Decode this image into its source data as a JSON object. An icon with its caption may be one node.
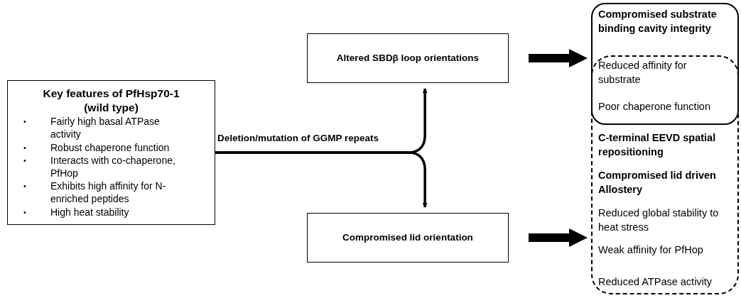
{
  "diagram": {
    "nodes": [
      {
        "text": [
          "Key features of PfHsp70-1 (wild type)",
          "Fairly high basal ATPase activity",
          "Robust chaperone function",
          "Interacts with co-chaperone, PfHop",
          "Exhibits high affinity for N-enriched peptides",
          "High heat stability"
        ]
      },
      {
        "text": [
          "Altered SBDβ loop orientations"
        ]
      },
      {
        "text": [
          "Compromised lid orientation"
        ]
      },
      {
        "text": [
          "Compromised substrate binding cavity integrity",
          "Reduced affinity for substrate",
          "Poor chaperone function"
        ]
      },
      {
        "text": [
          "C-terminal EEVD spatial repositioning",
          "Compromised lid driven Allostery",
          "Reduced global stability to heat stress",
          "Weak affinity for PfHop",
          "Reduced ATPase activity"
        ]
      }
    ],
    "edges": [
      {
        "from": 0,
        "to": 1,
        "arrow": "to",
        "label": "Deletion/mutation of GGMP repeats"
      },
      {
        "from": 0,
        "to": 2,
        "arrow": "to"
      },
      {
        "from": 1,
        "to": 3,
        "arrow": "to",
        "style": "thick"
      },
      {
        "from": 2,
        "to": 4,
        "arrow": "to",
        "style": "thick"
      }
    ],
    "labels": [
      "•",
      "•",
      "•",
      "•",
      "•"
    ]
  }
}
